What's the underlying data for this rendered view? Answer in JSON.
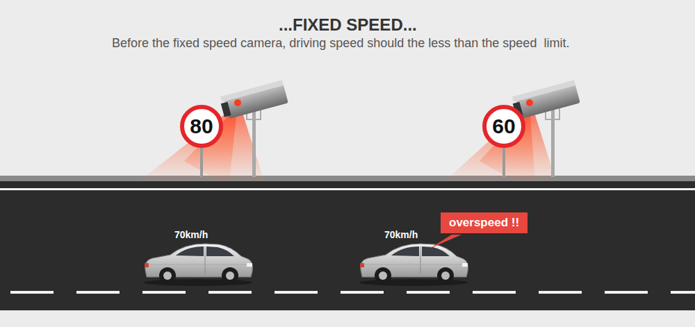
{
  "diagram": {
    "title": "...FIXED SPEED...",
    "nodes": [
      {
        "text": [
          "80"
        ]
      },
      {
        "text": [
          "60"
        ]
      },
      {
        "text": [
          "overspeed !!"
        ]
      }
    ],
    "labels": [
      "Before the fixed speed camera, driving speed should the less than the speed  limit.",
      "70km/h",
      "70km/h"
    ]
  }
}
